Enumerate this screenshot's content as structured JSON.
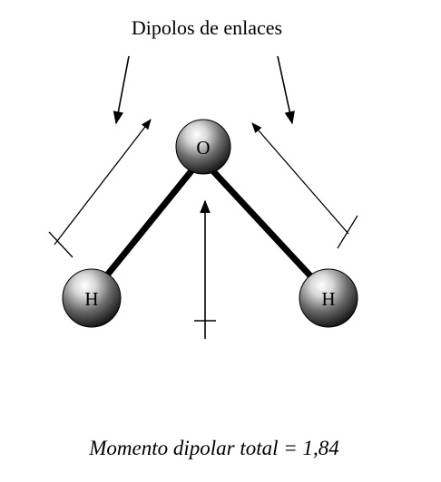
{
  "title": "Dipolos de enlaces",
  "footer": "Momento dipolar total = 1,84",
  "atoms": {
    "oxygen": "O",
    "hydrogen_left": "H",
    "hydrogen_right": "H"
  },
  "colors": {
    "background": "#ffffff",
    "ink": "#000000",
    "atom_light": "#ffffff",
    "atom_dark": "#1a1a1a"
  }
}
